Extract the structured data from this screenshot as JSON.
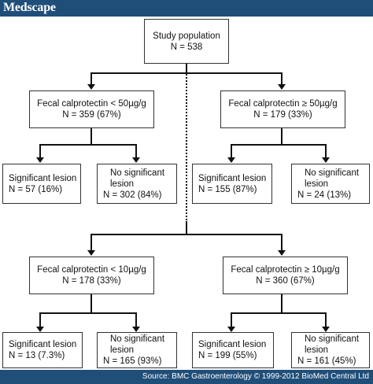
{
  "header": {
    "logo": "Medscape"
  },
  "root": {
    "line1": "Study population",
    "line2": "N = 538"
  },
  "a": {
    "left": {
      "line1": "Fecal calprotectin < 50µg/g",
      "line2": "N = 359 (67%)"
    },
    "right": {
      "line1": "Fecal calprotectin ≥ 50µg/g",
      "line2": "N = 179 (33%)"
    },
    "leaves": [
      {
        "line1": "Significant lesion",
        "line2": "N = 57 (16%)"
      },
      {
        "line1": "No  significant",
        "line2": "lesion",
        "line3": "N = 302 (84%)"
      },
      {
        "line1": "Significant lesion",
        "line2": "N = 155 (87%)"
      },
      {
        "line1": "No  significant",
        "line2": "lesion",
        "line3": "N = 24 (13%)"
      }
    ]
  },
  "b": {
    "left": {
      "line1": "Fecal calprotectin < 10µg/g",
      "line2": "N = 178 (33%)"
    },
    "right": {
      "line1": "Fecal calprotectin ≥ 10µg/g",
      "line2": "N = 360 (67%)"
    },
    "leaves": [
      {
        "line1": "Significant lesion",
        "line2": "N = 13 (7.3%)"
      },
      {
        "line1": "No  significant",
        "line2": "lesion",
        "line3": "N = 165 (93%)"
      },
      {
        "line1": "Significant lesion",
        "line2": "N = 199 (55%)"
      },
      {
        "line1": "No  significant",
        "line2": "lesion",
        "line3": "N = 161 (45%)"
      }
    ]
  },
  "footer": {
    "source": "Source: BMC Gastroenterology © 1999-2012 BioMed Central Ltd"
  },
  "colors": {
    "bar": "#1f4e79",
    "line": "#111111"
  }
}
